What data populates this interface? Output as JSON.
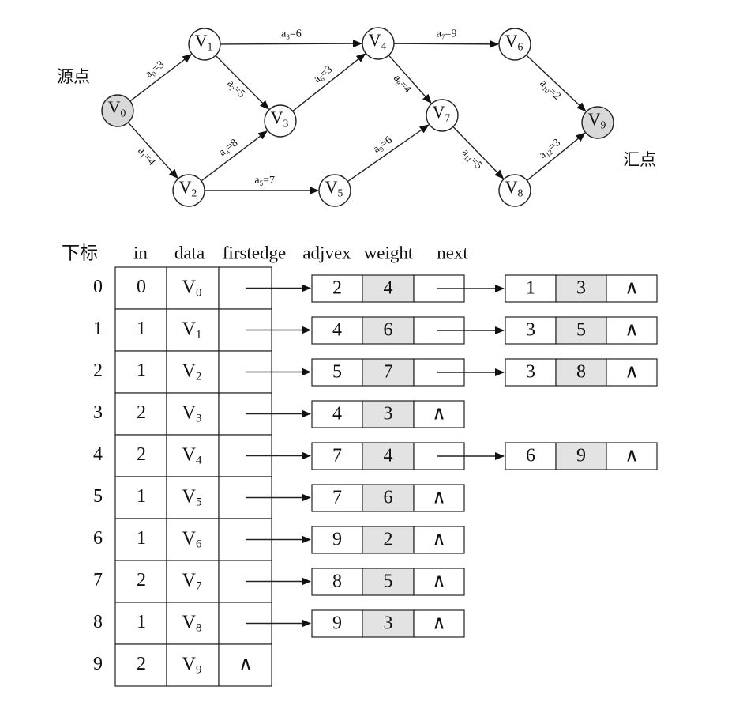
{
  "graph": {
    "source_label": "源点",
    "sink_label": "汇点",
    "nodes": [
      {
        "id": "0",
        "base": "V",
        "sub": "0",
        "shaded": true
      },
      {
        "id": "1",
        "base": "V",
        "sub": "1",
        "shaded": false
      },
      {
        "id": "2",
        "base": "V",
        "sub": "2",
        "shaded": false
      },
      {
        "id": "3",
        "base": "V",
        "sub": "3",
        "shaded": false
      },
      {
        "id": "4",
        "base": "V",
        "sub": "4",
        "shaded": false
      },
      {
        "id": "5",
        "base": "V",
        "sub": "5",
        "shaded": false
      },
      {
        "id": "6",
        "base": "V",
        "sub": "6",
        "shaded": false
      },
      {
        "id": "7",
        "base": "V",
        "sub": "7",
        "shaded": false
      },
      {
        "id": "8",
        "base": "V",
        "sub": "8",
        "shaded": false
      },
      {
        "id": "9",
        "base": "V",
        "sub": "9",
        "shaded": true
      }
    ],
    "edges": [
      {
        "from": "0",
        "to": "1",
        "name": "a",
        "sub": "0",
        "weight": "3"
      },
      {
        "from": "0",
        "to": "2",
        "name": "a",
        "sub": "1",
        "weight": "4"
      },
      {
        "from": "1",
        "to": "3",
        "name": "a",
        "sub": "2",
        "weight": "5"
      },
      {
        "from": "1",
        "to": "4",
        "name": "a",
        "sub": "3",
        "weight": "6"
      },
      {
        "from": "2",
        "to": "3",
        "name": "a",
        "sub": "4",
        "weight": "8"
      },
      {
        "from": "2",
        "to": "5",
        "name": "a",
        "sub": "5",
        "weight": "7"
      },
      {
        "from": "3",
        "to": "4",
        "name": "a",
        "sub": "6",
        "weight": "3"
      },
      {
        "from": "4",
        "to": "6",
        "name": "a",
        "sub": "7",
        "weight": "9"
      },
      {
        "from": "4",
        "to": "7",
        "name": "a",
        "sub": "8",
        "weight": "4"
      },
      {
        "from": "5",
        "to": "7",
        "name": "a",
        "sub": "9",
        "weight": "6"
      },
      {
        "from": "6",
        "to": "9",
        "name": "a",
        "sub": "10",
        "weight": "2"
      },
      {
        "from": "7",
        "to": "8",
        "name": "a",
        "sub": "11",
        "weight": "5"
      },
      {
        "from": "8",
        "to": "9",
        "name": "a",
        "sub": "12",
        "weight": "3"
      }
    ]
  },
  "table": {
    "headers": [
      "下标",
      "in",
      "data",
      "firstedge",
      "adjvex",
      "weight",
      "next"
    ],
    "null_symbol": "∧",
    "rows": [
      {
        "index": "0",
        "in": "0",
        "data": "V",
        "sub": "0",
        "edges": [
          {
            "adjvex": "2",
            "weight": "4"
          },
          {
            "adjvex": "1",
            "weight": "3"
          }
        ]
      },
      {
        "index": "1",
        "in": "1",
        "data": "V",
        "sub": "1",
        "edges": [
          {
            "adjvex": "4",
            "weight": "6"
          },
          {
            "adjvex": "3",
            "weight": "5"
          }
        ]
      },
      {
        "index": "2",
        "in": "1",
        "data": "V",
        "sub": "2",
        "edges": [
          {
            "adjvex": "5",
            "weight": "7"
          },
          {
            "adjvex": "3",
            "weight": "8"
          }
        ]
      },
      {
        "index": "3",
        "in": "2",
        "data": "V",
        "sub": "3",
        "edges": [
          {
            "adjvex": "4",
            "weight": "3"
          }
        ]
      },
      {
        "index": "4",
        "in": "2",
        "data": "V",
        "sub": "4",
        "edges": [
          {
            "adjvex": "7",
            "weight": "4"
          },
          {
            "adjvex": "6",
            "weight": "9"
          }
        ]
      },
      {
        "index": "5",
        "in": "1",
        "data": "V",
        "sub": "5",
        "edges": [
          {
            "adjvex": "7",
            "weight": "6"
          }
        ]
      },
      {
        "index": "6",
        "in": "1",
        "data": "V",
        "sub": "6",
        "edges": [
          {
            "adjvex": "9",
            "weight": "2"
          }
        ]
      },
      {
        "index": "7",
        "in": "2",
        "data": "V",
        "sub": "7",
        "edges": [
          {
            "adjvex": "8",
            "weight": "5"
          }
        ]
      },
      {
        "index": "8",
        "in": "1",
        "data": "V",
        "sub": "8",
        "edges": [
          {
            "adjvex": "9",
            "weight": "3"
          }
        ]
      },
      {
        "index": "9",
        "in": "2",
        "data": "V",
        "sub": "9",
        "edges": []
      }
    ]
  }
}
